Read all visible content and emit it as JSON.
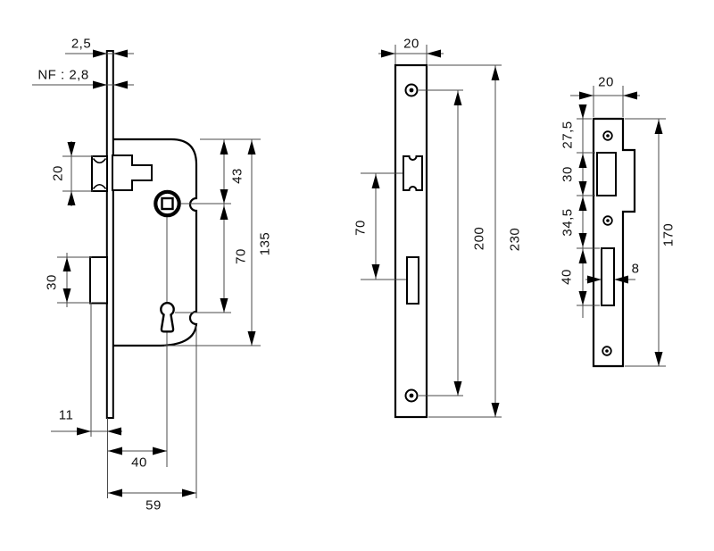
{
  "drawing": {
    "background": "#ffffff",
    "line_color": "#000000",
    "views": {
      "side": {
        "faceplate_thickness": "2,5",
        "nf_thickness": "NF : 2,8",
        "latch_height": "20",
        "deadbolt_height": "30",
        "top_to_follower": "43",
        "follower_to_keyhole": "70",
        "case_height": "135",
        "deadbolt_throw": "11",
        "backset": "40",
        "case_depth": "59"
      },
      "faceplate": {
        "width": "20",
        "cutout_centers": "70",
        "screw_hole_spacing": "200",
        "length": "230"
      },
      "strike_plate": {
        "width": "20",
        "top_to_latch_cutout": "27,5",
        "latch_cutout_height": "30",
        "cutout_gap": "34,5",
        "bolt_cutout_height": "40",
        "bolt_cutout_width": "8",
        "length": "170"
      }
    }
  }
}
